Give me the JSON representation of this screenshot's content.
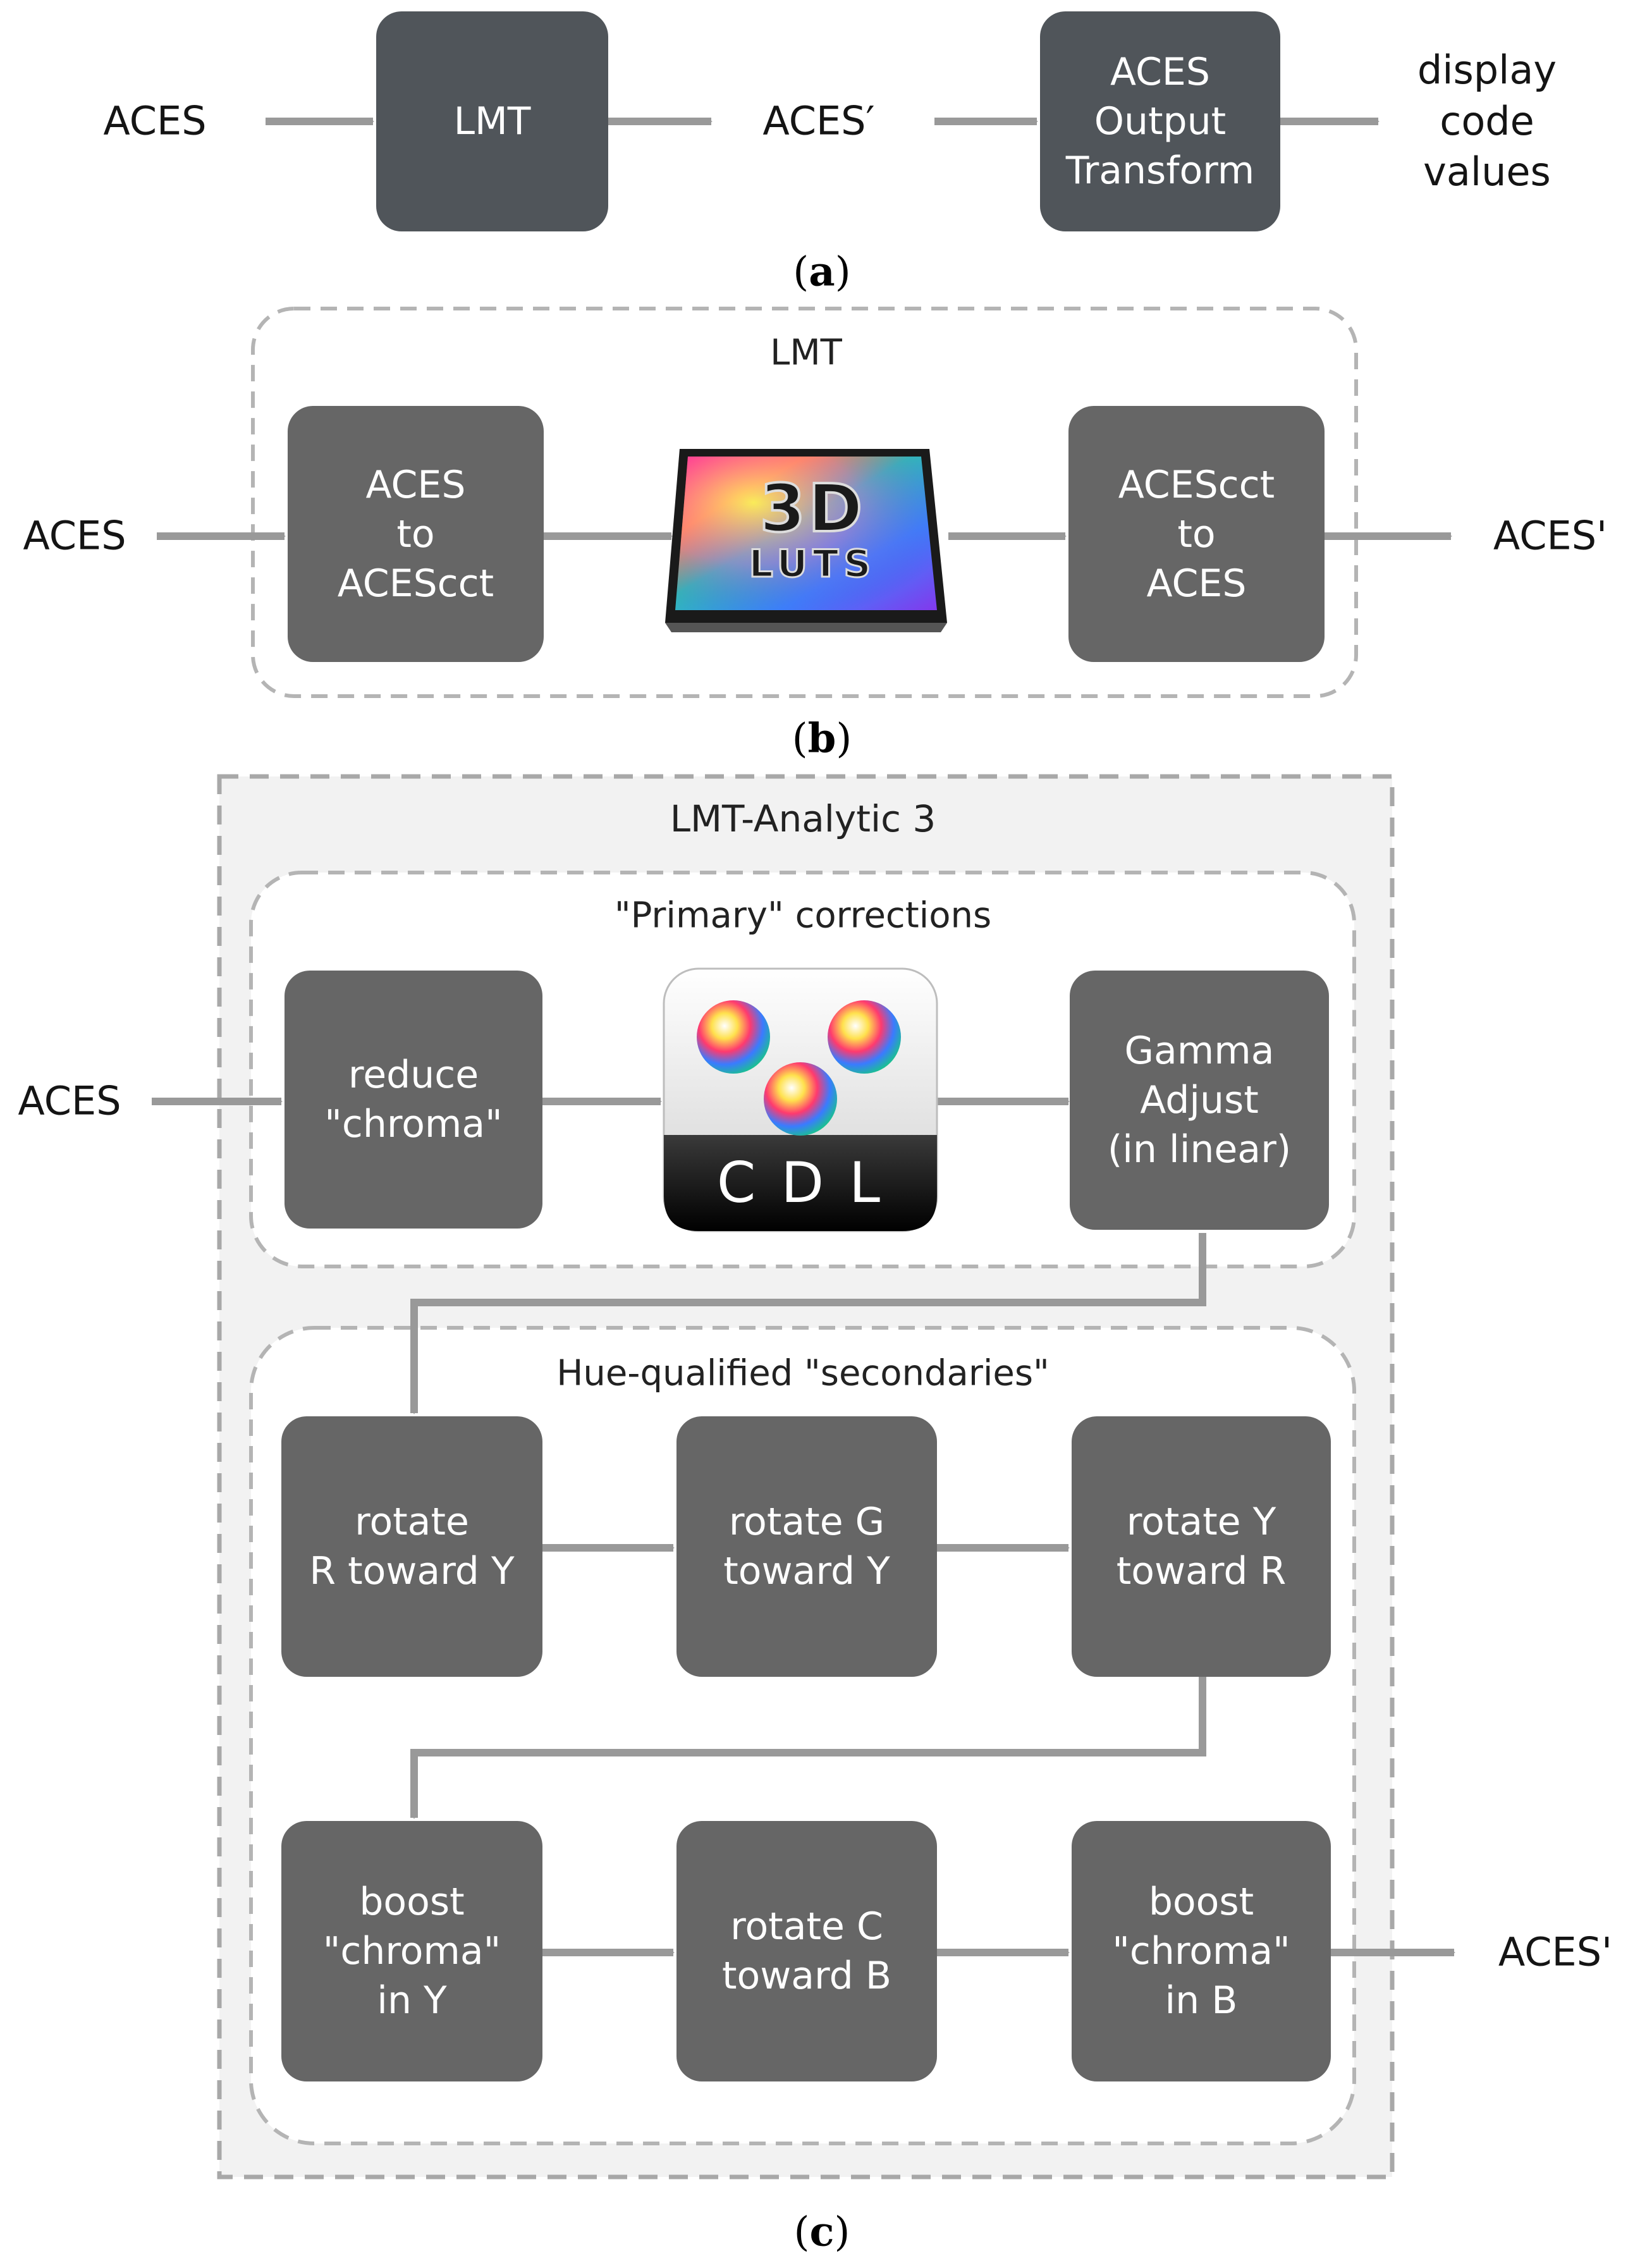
{
  "colors": {
    "box_dark": "#50555a",
    "box_mid": "#666666",
    "arrow": "#999999",
    "dashed_border": "#b4b4b4",
    "panel_c_background": "#f2f2f2"
  },
  "panel_a": {
    "caption_prefix": "(",
    "caption_letter": "a",
    "caption_suffix": ")",
    "input_label": "ACES",
    "lmt_box": "LMT",
    "mid_label": "ACES′",
    "output_transform_box": "ACES\nOutput\nTransform",
    "output_label": "display\ncode\nvalues"
  },
  "panel_b": {
    "caption_prefix": "(",
    "caption_letter": "b",
    "caption_suffix": ")",
    "group_title": "LMT",
    "input_label": "ACES",
    "box_to_cct": "ACES\nto\nACEScct",
    "lut_icon": {
      "name": "3d-luts-icon",
      "line1": "3D",
      "line2": "LUTS"
    },
    "box_from_cct": "ACEScct\nto\nACES",
    "output_label": "ACES'"
  },
  "panel_c": {
    "caption_prefix": "(",
    "caption_letter": "c",
    "caption_suffix": ")",
    "outer_title": "LMT-Analytic 3",
    "primary_title": "\"Primary\" corrections",
    "secondary_title": "Hue-qualified \"secondaries\"",
    "input_label": "ACES",
    "output_label": "ACES'",
    "reduce_chroma": "reduce\n\"chroma\"",
    "cdl_icon": {
      "name": "cdl-icon",
      "text": "C D L"
    },
    "gamma_adjust": "Gamma\nAdjust\n(in linear)",
    "rotate_r": "rotate\nR toward Y",
    "rotate_g": "rotate G\ntoward Y",
    "rotate_y": "rotate Y\ntoward R",
    "boost_y": "boost\n\"chroma\"\nin Y",
    "rotate_c": "rotate C\ntoward B",
    "boost_b": "boost\n\"chroma\"\nin B"
  }
}
